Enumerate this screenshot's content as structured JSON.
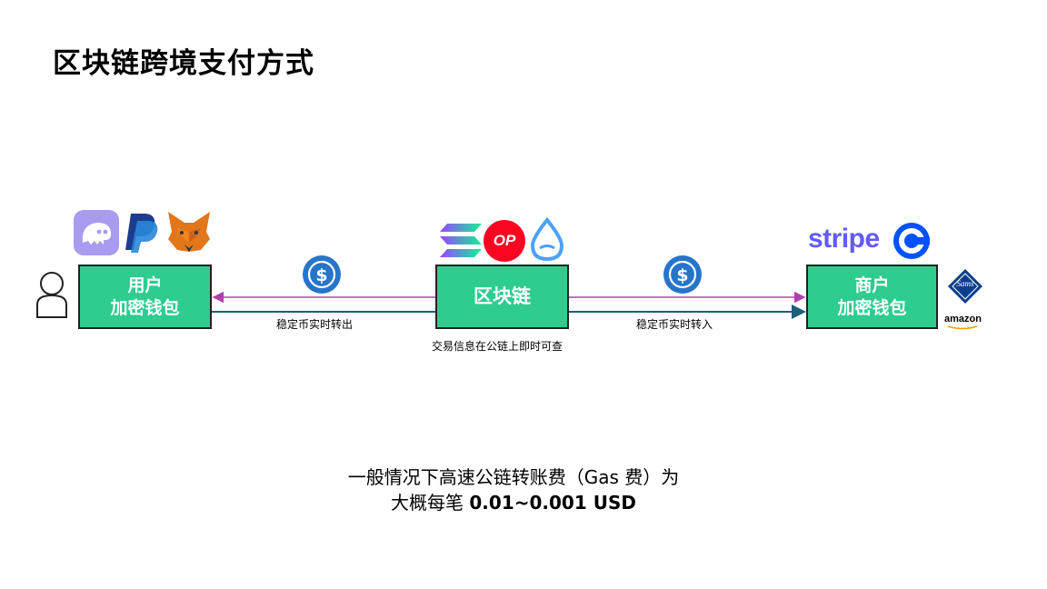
{
  "title": "区块链跨境支付方式",
  "nodes": {
    "user": {
      "line1": "用户",
      "line2": "加密钱包"
    },
    "chain": {
      "label": "区块链"
    },
    "merchant": {
      "line1": "商户",
      "line2": "加密钱包"
    }
  },
  "edges": {
    "out_label": "稳定币实时转出",
    "in_label": "稳定币实时转入",
    "chain_note": "交易信息在公链上即时可查"
  },
  "logos": {
    "op": "OP",
    "stripe": "stripe",
    "sams": "Sams",
    "amazon": "amazon"
  },
  "footer": {
    "line1": "一般情况下高速公链转账费（Gas 费）为",
    "line2_prefix": "大概每笔 ",
    "line2_value": "0.01~0.001 USD"
  },
  "colors": {
    "node_green": "#2ecc8e",
    "arrow_purple": "#b040b0",
    "arrow_teal": "#1f5f7a",
    "usdc_blue": "#2775ca"
  }
}
